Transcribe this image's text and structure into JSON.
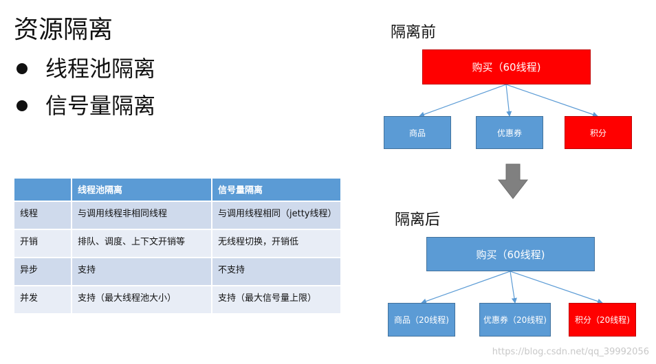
{
  "title": "资源隔离",
  "bullets": [
    "线程池隔离",
    "信号量隔离"
  ],
  "table": {
    "headers": [
      "",
      "线程池隔离",
      "信号量隔离"
    ],
    "rows": [
      [
        "线程",
        "与调用线程非相同线程",
        "与调用线程相同（jetty线程）"
      ],
      [
        "开销",
        "排队、调度、上下文开销等",
        "无线程切换，开销低"
      ],
      [
        "异步",
        "支持",
        "不支持"
      ],
      [
        "并发",
        "支持（最大线程池大小）",
        "支持（最大信号量上限）"
      ]
    ]
  },
  "before": {
    "label": "隔离前",
    "root": "购买（60线程)",
    "children": [
      "商品",
      "优惠券",
      "积分"
    ]
  },
  "after": {
    "label": "隔离后",
    "root": "购买（60线程)",
    "children": [
      "商品（20线程)",
      "优惠券（20线程)",
      "积分（20线程)"
    ]
  },
  "colors": {
    "blue": "#5b9bd5",
    "red": "#ff0000",
    "header": "#5b9bd5",
    "arrow": "#808080"
  },
  "watermark": "https://blog.csdn.net/qq_39992056"
}
